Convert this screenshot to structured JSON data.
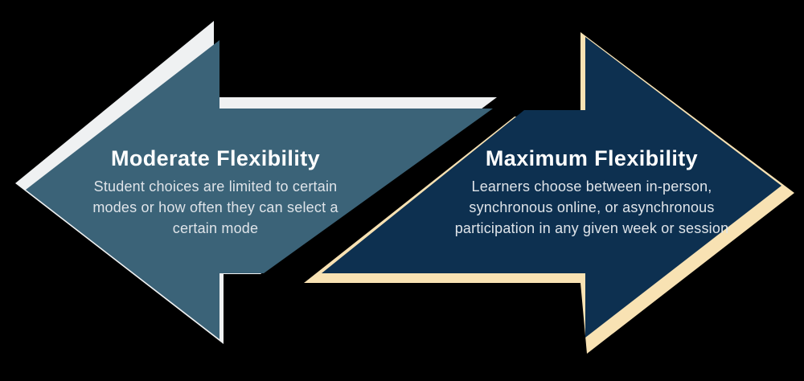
{
  "colors": {
    "background": "#000000",
    "left_arrow_fill": "#3b6378",
    "left_arrow_outline": "#eff1f2",
    "right_arrow_fill": "#0d3050",
    "right_arrow_outline": "#f8e2b3",
    "heading_text": "#ffffff",
    "body_text": "#dfe4e9"
  },
  "left_arrow": {
    "direction": "left",
    "title": "Moderate Flexibility",
    "body_lines": [
      "Student choices are limited to certain",
      "modes or how often they can select a",
      "certain mode"
    ]
  },
  "right_arrow": {
    "direction": "right",
    "title": "Maximum Flexibility",
    "body_lines": [
      "Learners choose between in-person,",
      "synchronous online, or asynchronous",
      "participation in any given week or session"
    ]
  }
}
